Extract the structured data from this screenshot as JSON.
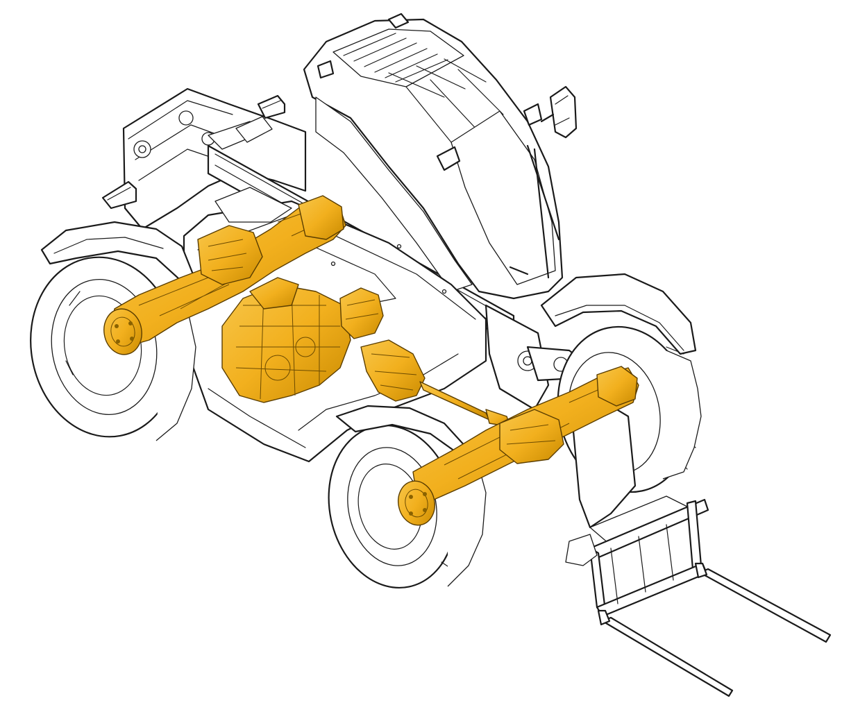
{
  "colors": {
    "background": "#ffffff",
    "line": "#1a1a1a",
    "drivetrain_highlight": "#f2b01e",
    "drivetrain_shadow": "#c98a00"
  },
  "highlighted_groups": [
    "front-axle",
    "engine",
    "transmission",
    "rear-axle",
    "propshaft"
  ]
}
